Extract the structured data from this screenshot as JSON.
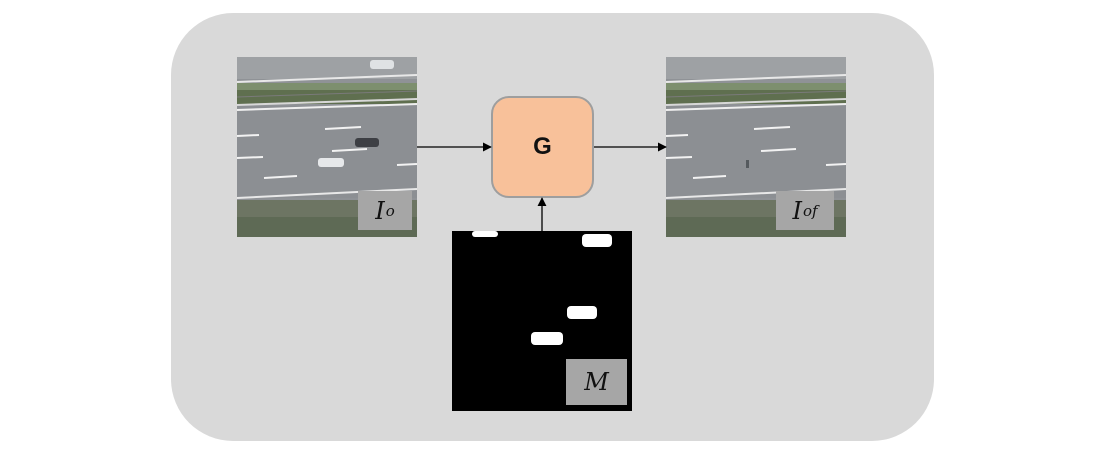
{
  "diagram": {
    "generator_label": "G",
    "input_image_label": {
      "base": "I",
      "sub": "o"
    },
    "output_image_label": {
      "base": "I",
      "sub": "of"
    },
    "mask_label": "M"
  },
  "colors": {
    "panel_background": "#d9d9d9",
    "generator_fill": "#f8c19a",
    "label_box": "#a6a6a6",
    "mask_background": "#000000",
    "arrow": "#000000"
  }
}
